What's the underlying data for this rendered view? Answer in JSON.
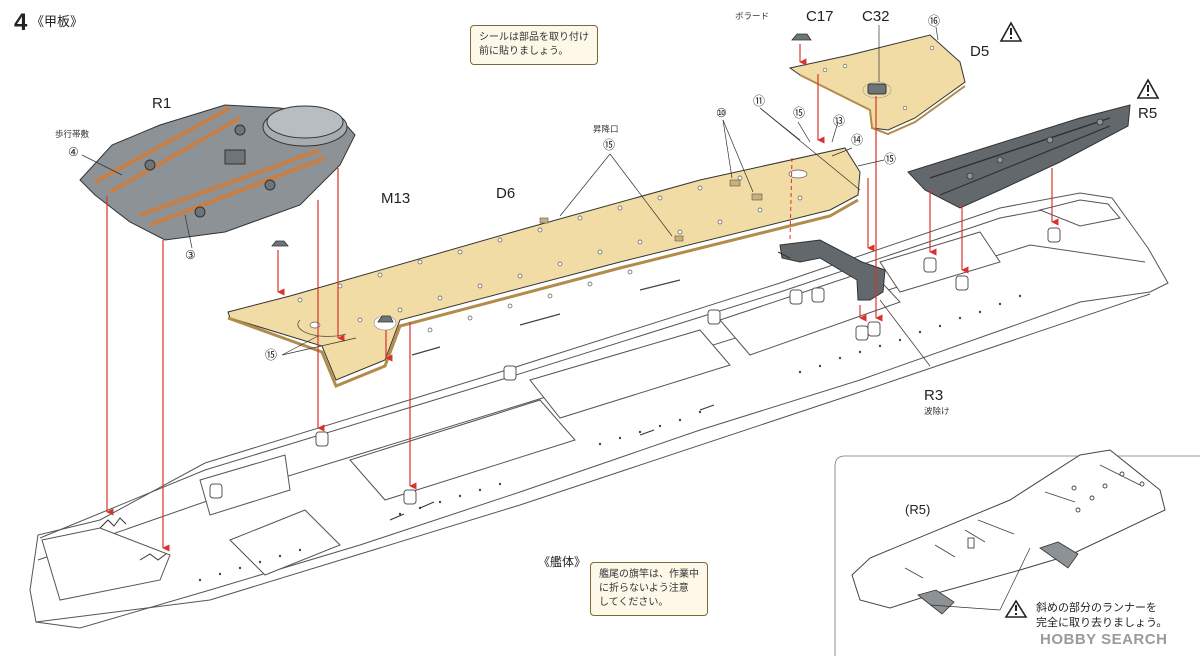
{
  "header": {
    "step_number": "4",
    "step_title": "《甲板》"
  },
  "notes": {
    "seal": "シールは部品を取り付け\n前に貼りましょう。",
    "flagpole": "艦尾の旗竿は、作業中\nに折らないよう注意\nしてください。",
    "runner": "斜めの部分のランナーを\n完全に取り去りましょう。"
  },
  "labels": {
    "R1": "R1",
    "D6": "D6",
    "M13": "M13",
    "C17": "C17",
    "C32": "C32",
    "D5": "D5",
    "R5": "R5",
    "R3": "R3",
    "R5_inset": "(R5)",
    "bollard": "ボラード",
    "walkway": "歩行帯敷",
    "hatch": "昇降口",
    "wavebreaker": "波除け",
    "hull": "《艦体》"
  },
  "part_numbers": {
    "n3": "③",
    "n4": "④",
    "n10": "⑩",
    "n11": "⑪",
    "n13": "⑬",
    "n14": "⑭",
    "n15": "⑮",
    "n16": "⑯"
  },
  "watermark": "HOBBY SEARCH",
  "colors": {
    "deck_wood": "#f1dca5",
    "gray_part": "#8d9296",
    "dark_part": "#63686c",
    "arrow": "#d8342b",
    "hull_line": "#555555",
    "note_bg": "#fdf8e8"
  }
}
